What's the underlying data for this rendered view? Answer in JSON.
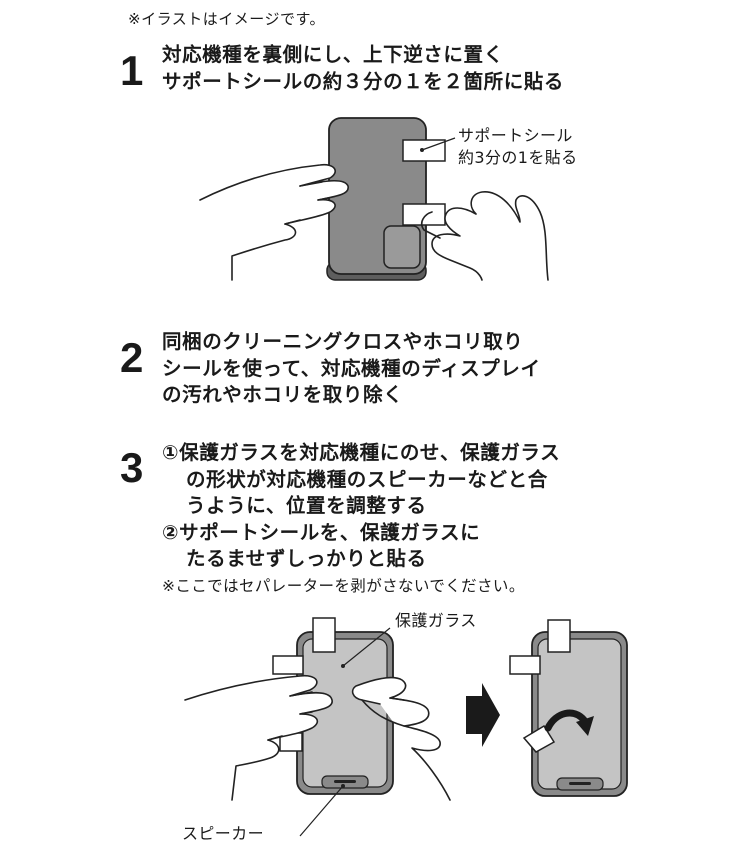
{
  "top_note": "※イラストはイメージです。",
  "steps": [
    {
      "number": "1",
      "lines": [
        "対応機種を裏側にし、上下逆さに置く",
        "サポートシールの約３分の１を２箇所に貼る"
      ]
    },
    {
      "number": "2",
      "lines": [
        "同梱のクリーニングクロスやホコリ取り",
        "シールを使って、対応機種のディスプレイ",
        "の汚れやホコリを取り除く"
      ]
    },
    {
      "number": "3",
      "lines": [
        "①保護ガラスを対応機種にのせ、保護ガラス",
        "の形状が対応機種のスピーカーなどと合",
        "うように、位置を調整する",
        "②サポートシールを、保護ガラスに",
        "たるませずしっかりと貼る"
      ],
      "note": "※ここではセパレーターを剥がさないでください。"
    }
  ],
  "callouts": {
    "support_seal": [
      "サポートシール",
      "約3分の1を貼る"
    ],
    "protective_glass": "保護ガラス",
    "speaker": "スピーカー"
  },
  "icons": [
    "phone-back-illustration",
    "hands-icon",
    "arrow-right-icon",
    "flip-arrow-icon"
  ],
  "colors": {
    "phone_body": "#8a8a8a",
    "screen": "#c4c4c4",
    "outline": "#222222",
    "arrow": "#1a1a1a"
  }
}
